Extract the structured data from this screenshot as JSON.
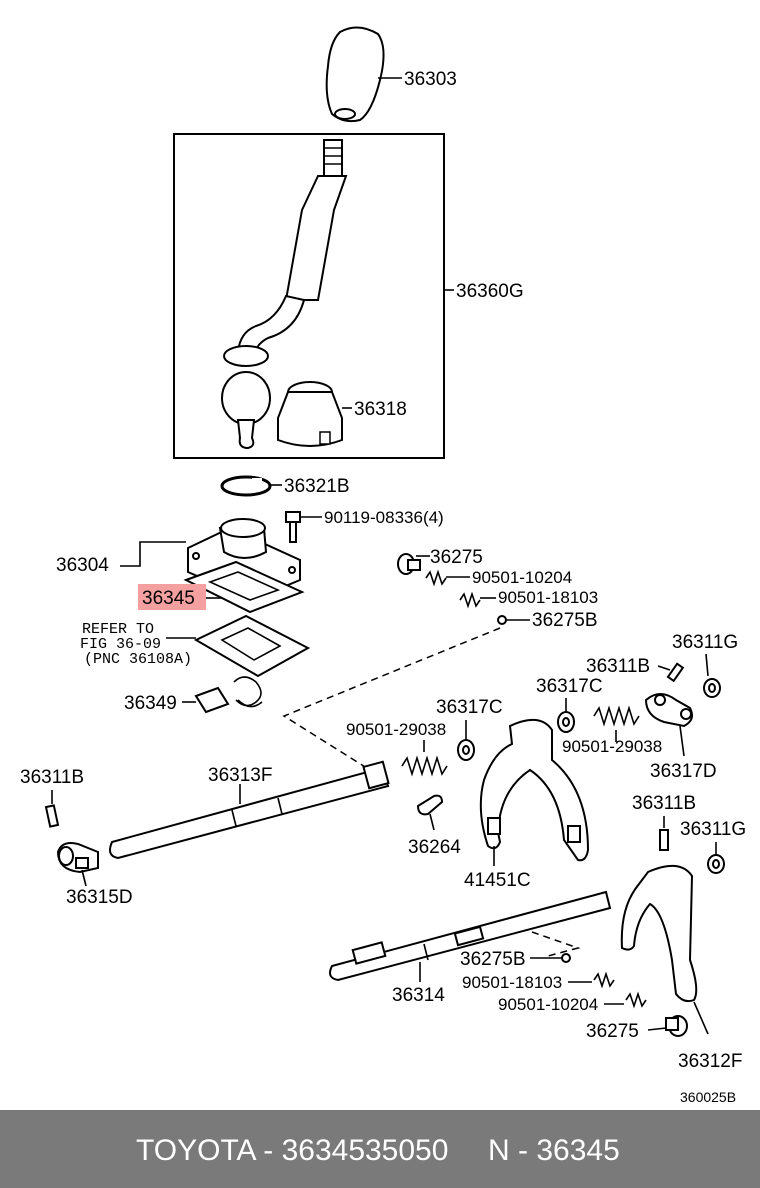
{
  "labels": {
    "p36303": "36303",
    "p36360G": "36360G",
    "p36318": "36318",
    "p36321B": "36321B",
    "p90119": "90119-08336(4)",
    "p36304": "36304",
    "p36345": "36345",
    "p36275_top": "36275",
    "p90501_10204_top": "90501-10204",
    "p90501_18103_top": "90501-18103",
    "p36275B_top": "36275B",
    "refer1": "REFER TO",
    "refer2": "FIG 36-09",
    "refer3": "(PNC 36108A)",
    "p36349": "36349",
    "p36311G_top": "36311G",
    "p36311B_top": "36311B",
    "p36317C_left": "36317C",
    "p36317C_right": "36317C",
    "p90501_29038_left": "90501-29038",
    "p90501_29038_right": "90501-29038",
    "p36317D": "36317D",
    "p36311B_left": "36311B",
    "p36313F": "36313F",
    "p36264": "36264",
    "p41451C": "41451C",
    "p36311B_mid": "36311B",
    "p36311G_mid": "36311G",
    "p36315D": "36315D",
    "p36275B_bot": "36275B",
    "p90501_18103_bot": "90501-18103",
    "p90501_10204_bot": "90501-10204",
    "p36314": "36314",
    "p36275_bot": "36275",
    "p36312F": "36312F",
    "diagram_code": "360025B"
  },
  "highlight_color": "#f5a0a0",
  "footer": {
    "brand_part": "TOYOTA - 3634535050",
    "part_number": "N - 36345"
  }
}
